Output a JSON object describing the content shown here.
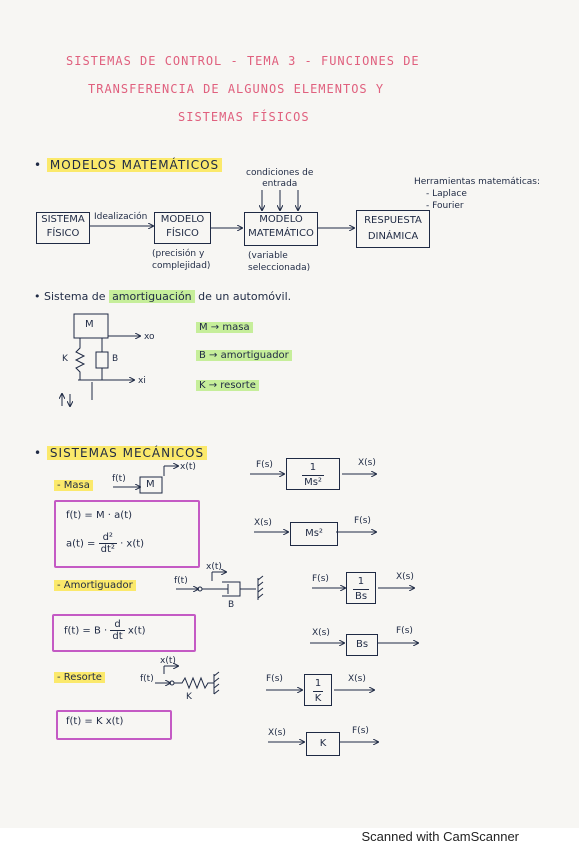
{
  "title": {
    "line1": "SISTEMAS DE CONTROL - TEMA 3 - FUNCIONES DE",
    "line2": "TRANSFERENCIA DE ALGUNOS ELEMENTOS Y",
    "line3": "SISTEMAS FÍSICOS"
  },
  "modelos": {
    "heading": "MODELOS MATEMÁTICOS",
    "box_sistema": [
      "SISTEMA",
      "FÍSICO"
    ],
    "arrow_label": "Idealización",
    "box_modelo_fisico": [
      "MODELO",
      "FÍSICO"
    ],
    "note_fisico": [
      "(precisión y",
      "complejidad)"
    ],
    "condiciones": [
      "condiciones de",
      "entrada"
    ],
    "box_modelo_mat": [
      "MODELO",
      "MATEMÁTICO"
    ],
    "note_mat": [
      "(variable",
      "seleccionada)"
    ],
    "box_respuesta": [
      "RESPUESTA",
      "DINÁMICA"
    ],
    "herramientas": [
      "Herramientas matemáticas:",
      "- Laplace",
      "- Fourier"
    ]
  },
  "amortiguacion": {
    "sentence_pre": "Sistema de",
    "sentence_hl": "amortiguación",
    "sentence_post": "de un automóvil.",
    "fig": {
      "mass": "M",
      "xo": "xo",
      "k": "K",
      "b": "B",
      "xi": "xi"
    },
    "legend": [
      "M → masa",
      "B → amortiguador",
      "K → resorte"
    ]
  },
  "mecanicos": {
    "heading": "SISTEMAS MECÁNICOS",
    "masa": {
      "label": "- Masa",
      "fig_f": "f(t)",
      "fig_m": "M",
      "fig_x": "x(t)",
      "eq1_lhs": "f(t)",
      "eq1_rhs": "M · a(t)",
      "eq2_lhs": "a(t)",
      "eq2_num": "d²",
      "eq2_den": "dt²",
      "eq2_rhs": "· x(t)",
      "tf1_in": "F(s)",
      "tf1_num": "1",
      "tf1_den": "Ms²",
      "tf1_out": "X(s)",
      "tf2_in": "X(s)",
      "tf2_block": "Ms²",
      "tf2_out": "F(s)"
    },
    "amortiguador": {
      "label": "- Amortiguador",
      "fig_f": "f(t)",
      "fig_x": "x(t)",
      "fig_b": "B",
      "eq_lhs": "f(t)",
      "eq_b": "B ·",
      "eq_num": "d",
      "eq_den": "dt",
      "eq_rhs": "x(t)",
      "tf1_in": "F(s)",
      "tf1_num": "1",
      "tf1_den": "Bs",
      "tf1_out": "X(s)",
      "tf2_in": "X(s)",
      "tf2_block": "Bs",
      "tf2_out": "F(s)"
    },
    "resorte": {
      "label": "- Resorte",
      "fig_f": "f(t)",
      "fig_x": "x(t)",
      "fig_k": "K",
      "eq": "f(t) = K x(t)",
      "tf1_in": "F(s)",
      "tf1_num": "1",
      "tf1_den": "K",
      "tf1_out": "X(s)",
      "tf2_in": "X(s)",
      "tf2_block": "K",
      "tf2_out": "F(s)"
    }
  },
  "footer": "Scanned with CamScanner"
}
